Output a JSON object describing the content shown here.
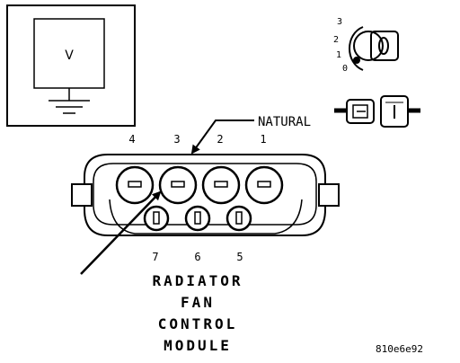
{
  "meter": {
    "symbol": "V"
  },
  "ignition": {
    "positions": [
      "3",
      "2",
      "1",
      "0"
    ]
  },
  "connector": {
    "color_callout": "NATURAL",
    "top_pins": [
      "4",
      "3",
      "2",
      "1"
    ],
    "bottom_pins": [
      "7",
      "6",
      "5"
    ]
  },
  "component": {
    "name_lines": [
      "RADIATOR",
      "FAN",
      "CONTROL",
      "MODULE"
    ]
  },
  "figure_code": "810e6e92"
}
